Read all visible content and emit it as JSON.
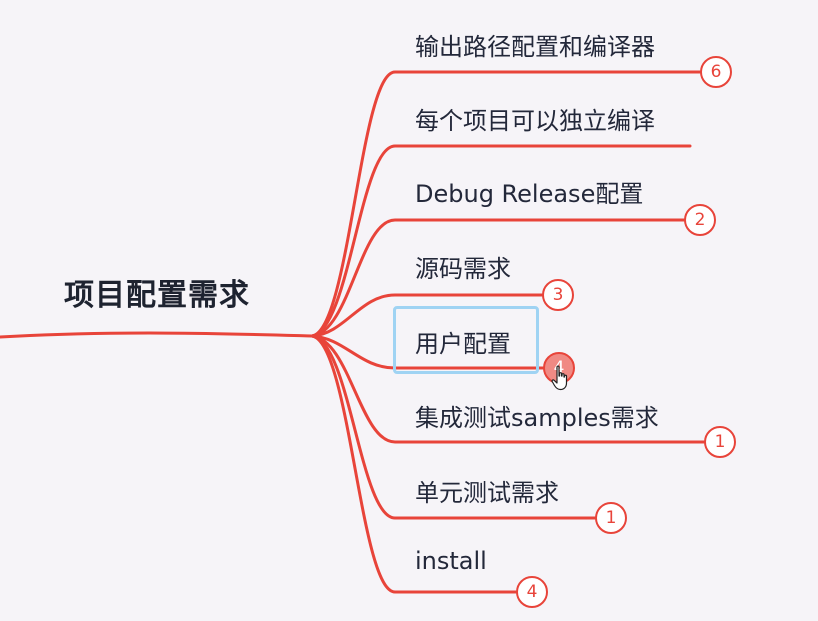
{
  "mindmap": {
    "root": "项目配置需求",
    "branches": [
      {
        "label": "输出路径配置和编译器",
        "count": "6"
      },
      {
        "label": "每个项目可以独立编译",
        "count": null
      },
      {
        "label": "Debug Release配置",
        "count": "2"
      },
      {
        "label": "源码需求",
        "count": "3"
      },
      {
        "label": "用户配置",
        "count": "4",
        "selected": true,
        "hovered": true
      },
      {
        "label": "集成测试samples需求",
        "count": "1"
      },
      {
        "label": "单元测试需求",
        "count": "1"
      },
      {
        "label": "install",
        "count": "4"
      }
    ]
  },
  "colors": {
    "line": "#e8443a",
    "selection": "#9fd3f3",
    "text": "#23283a",
    "background": "#f6f4f8"
  },
  "icons": {
    "cursor": "hand-pointer-icon"
  }
}
